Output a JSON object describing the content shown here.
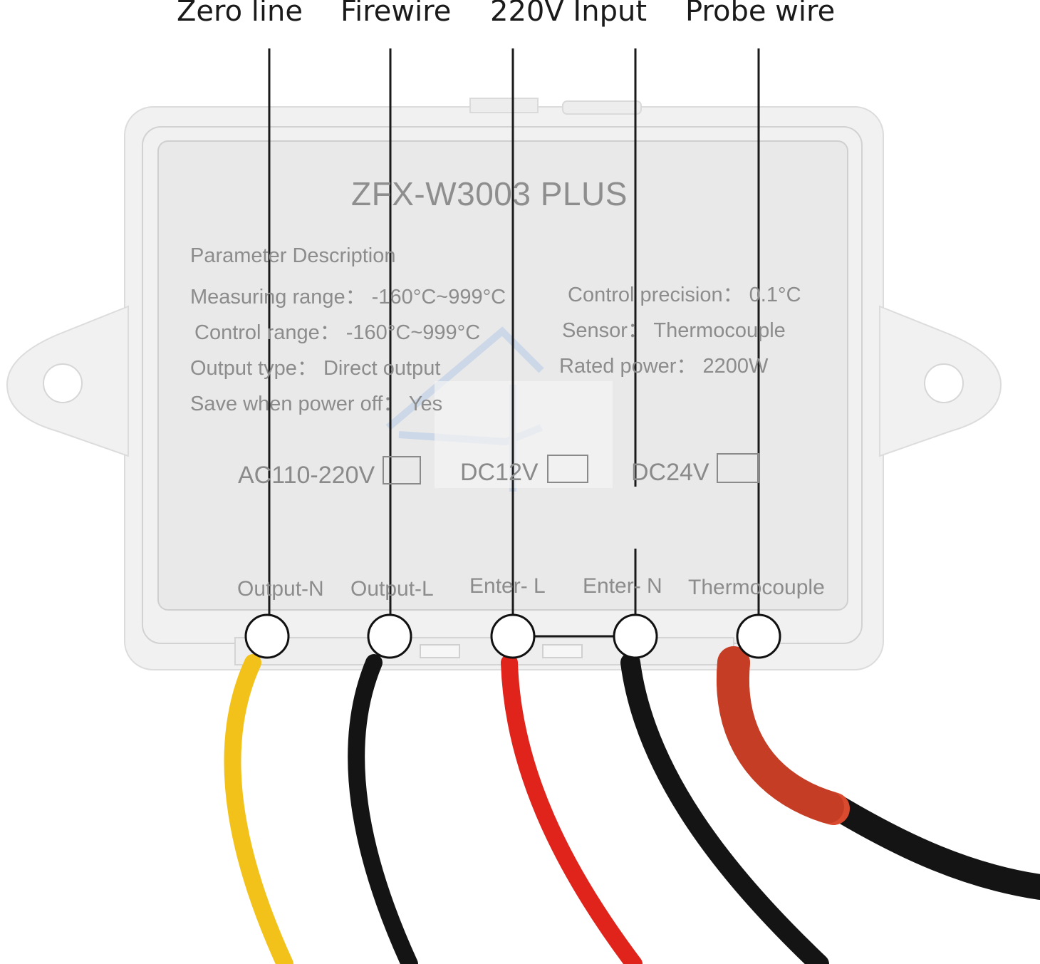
{
  "callouts": {
    "zero_line": "Zero line",
    "firewire": "Firewire",
    "input_220v": "220V Input",
    "probe_wire": "Probe wire"
  },
  "panel": {
    "model": "ZFX-W3003 PLUS",
    "heading": "Parameter Description",
    "measuring_range": "Measuring range： -160°C~999°C",
    "control_range": "Control range： -160°C~999°C",
    "output_type": "Output type： Direct output",
    "save_power_off": "Save when power off： Yes",
    "control_precision": "Control precision： 0.1°C",
    "sensor": "Sensor：  Thermocouple",
    "rated_power": "Rated power： 2200W",
    "voltage_options": [
      "AC110-220V",
      "DC12V",
      "DC24V"
    ],
    "terminals": [
      "Output-N",
      "Output-L",
      "Enter- L",
      "Enter- N",
      "Thermocouple"
    ]
  },
  "colors": {
    "housing": "#f1f1f1",
    "face": "#e9e9e9",
    "wire_yellow": "#f2c21b",
    "wire_black": "#141414",
    "wire_red": "#e0241c",
    "braid": "#d94a2e",
    "watermark": "#a9c4e6"
  }
}
